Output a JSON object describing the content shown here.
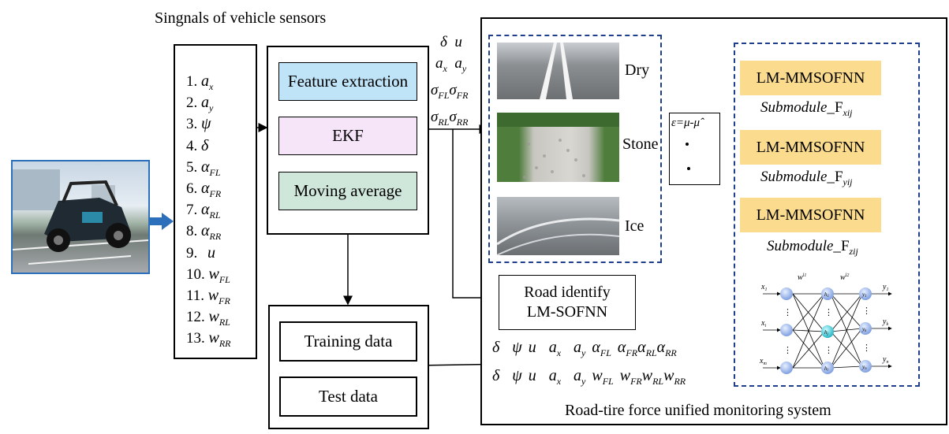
{
  "title": "Singnals of vehicle sensors",
  "signals": [
    {
      "num": "1.",
      "sym": "a",
      "sub": "x"
    },
    {
      "num": "2.",
      "sym": "a",
      "sub": "y"
    },
    {
      "num": "3.",
      "sym": "ψ",
      "sub": ""
    },
    {
      "num": "4.",
      "sym": "δ",
      "sub": ""
    },
    {
      "num": "5.",
      "sym": "α",
      "sub": "FL"
    },
    {
      "num": "6.",
      "sym": "α",
      "sub": "FR"
    },
    {
      "num": "7.",
      "sym": "α",
      "sub": "RL"
    },
    {
      "num": "8.",
      "sym": "α",
      "sub": "RR"
    },
    {
      "num": "9.",
      "sym": "u",
      "sub": ""
    },
    {
      "num": "10.",
      "sym": "w",
      "sub": "FL"
    },
    {
      "num": "11.",
      "sym": "w",
      "sub": "FR"
    },
    {
      "num": "12.",
      "sym": "w",
      "sub": "RL"
    },
    {
      "num": "13.",
      "sym": "w",
      "sub": "RR"
    }
  ],
  "processing": {
    "feature_extraction": "Feature extraction",
    "ekf": "EKF",
    "moving_average": "Moving average"
  },
  "data": {
    "training": "Training data",
    "test": "Test data"
  },
  "roads": [
    "Dry",
    "Stone",
    "Ice"
  ],
  "road_identify": {
    "line1": "Road identify",
    "line2": "LM-SOFNN"
  },
  "error_formula": "ε=μ-μ̂",
  "module_label": "LM-MMSOFNN",
  "submodule_name": "Submodule_",
  "submodules": [
    {
      "letter": "F",
      "sub": "xij"
    },
    {
      "letter": "F",
      "sub": "yij"
    },
    {
      "letter": "F",
      "sub": "zij"
    }
  ],
  "system_title": "Road-tire force unified monitoring system",
  "nn_labels": {
    "x1": "x",
    "x1_sub": "1",
    "xi": "x",
    "xi_sub": "i",
    "xm": "x",
    "xm_sub": "m",
    "h1": "h",
    "h1_sub": "1",
    "hj": "h",
    "hj_sub": "j",
    "hl": "h",
    "hl_sub": "l",
    "y1": "y",
    "y1_sub": "1",
    "yk": "y",
    "yk_sub": "k",
    "yn": "y",
    "yn_sub": "n",
    "w1": "w",
    "w1_sup": "l1",
    "w2": "w",
    "w2_sup": "l2",
    "dots": "⋮"
  },
  "colors": {
    "feature": "#bfe3f7",
    "ekf": "#f6e4f8",
    "moving": "#cfe6da",
    "module": "#fbdc8e",
    "dash": "#1f3f8c",
    "green_arrow": "#1b9a4a",
    "blue_arrow": "#2c6fba"
  }
}
